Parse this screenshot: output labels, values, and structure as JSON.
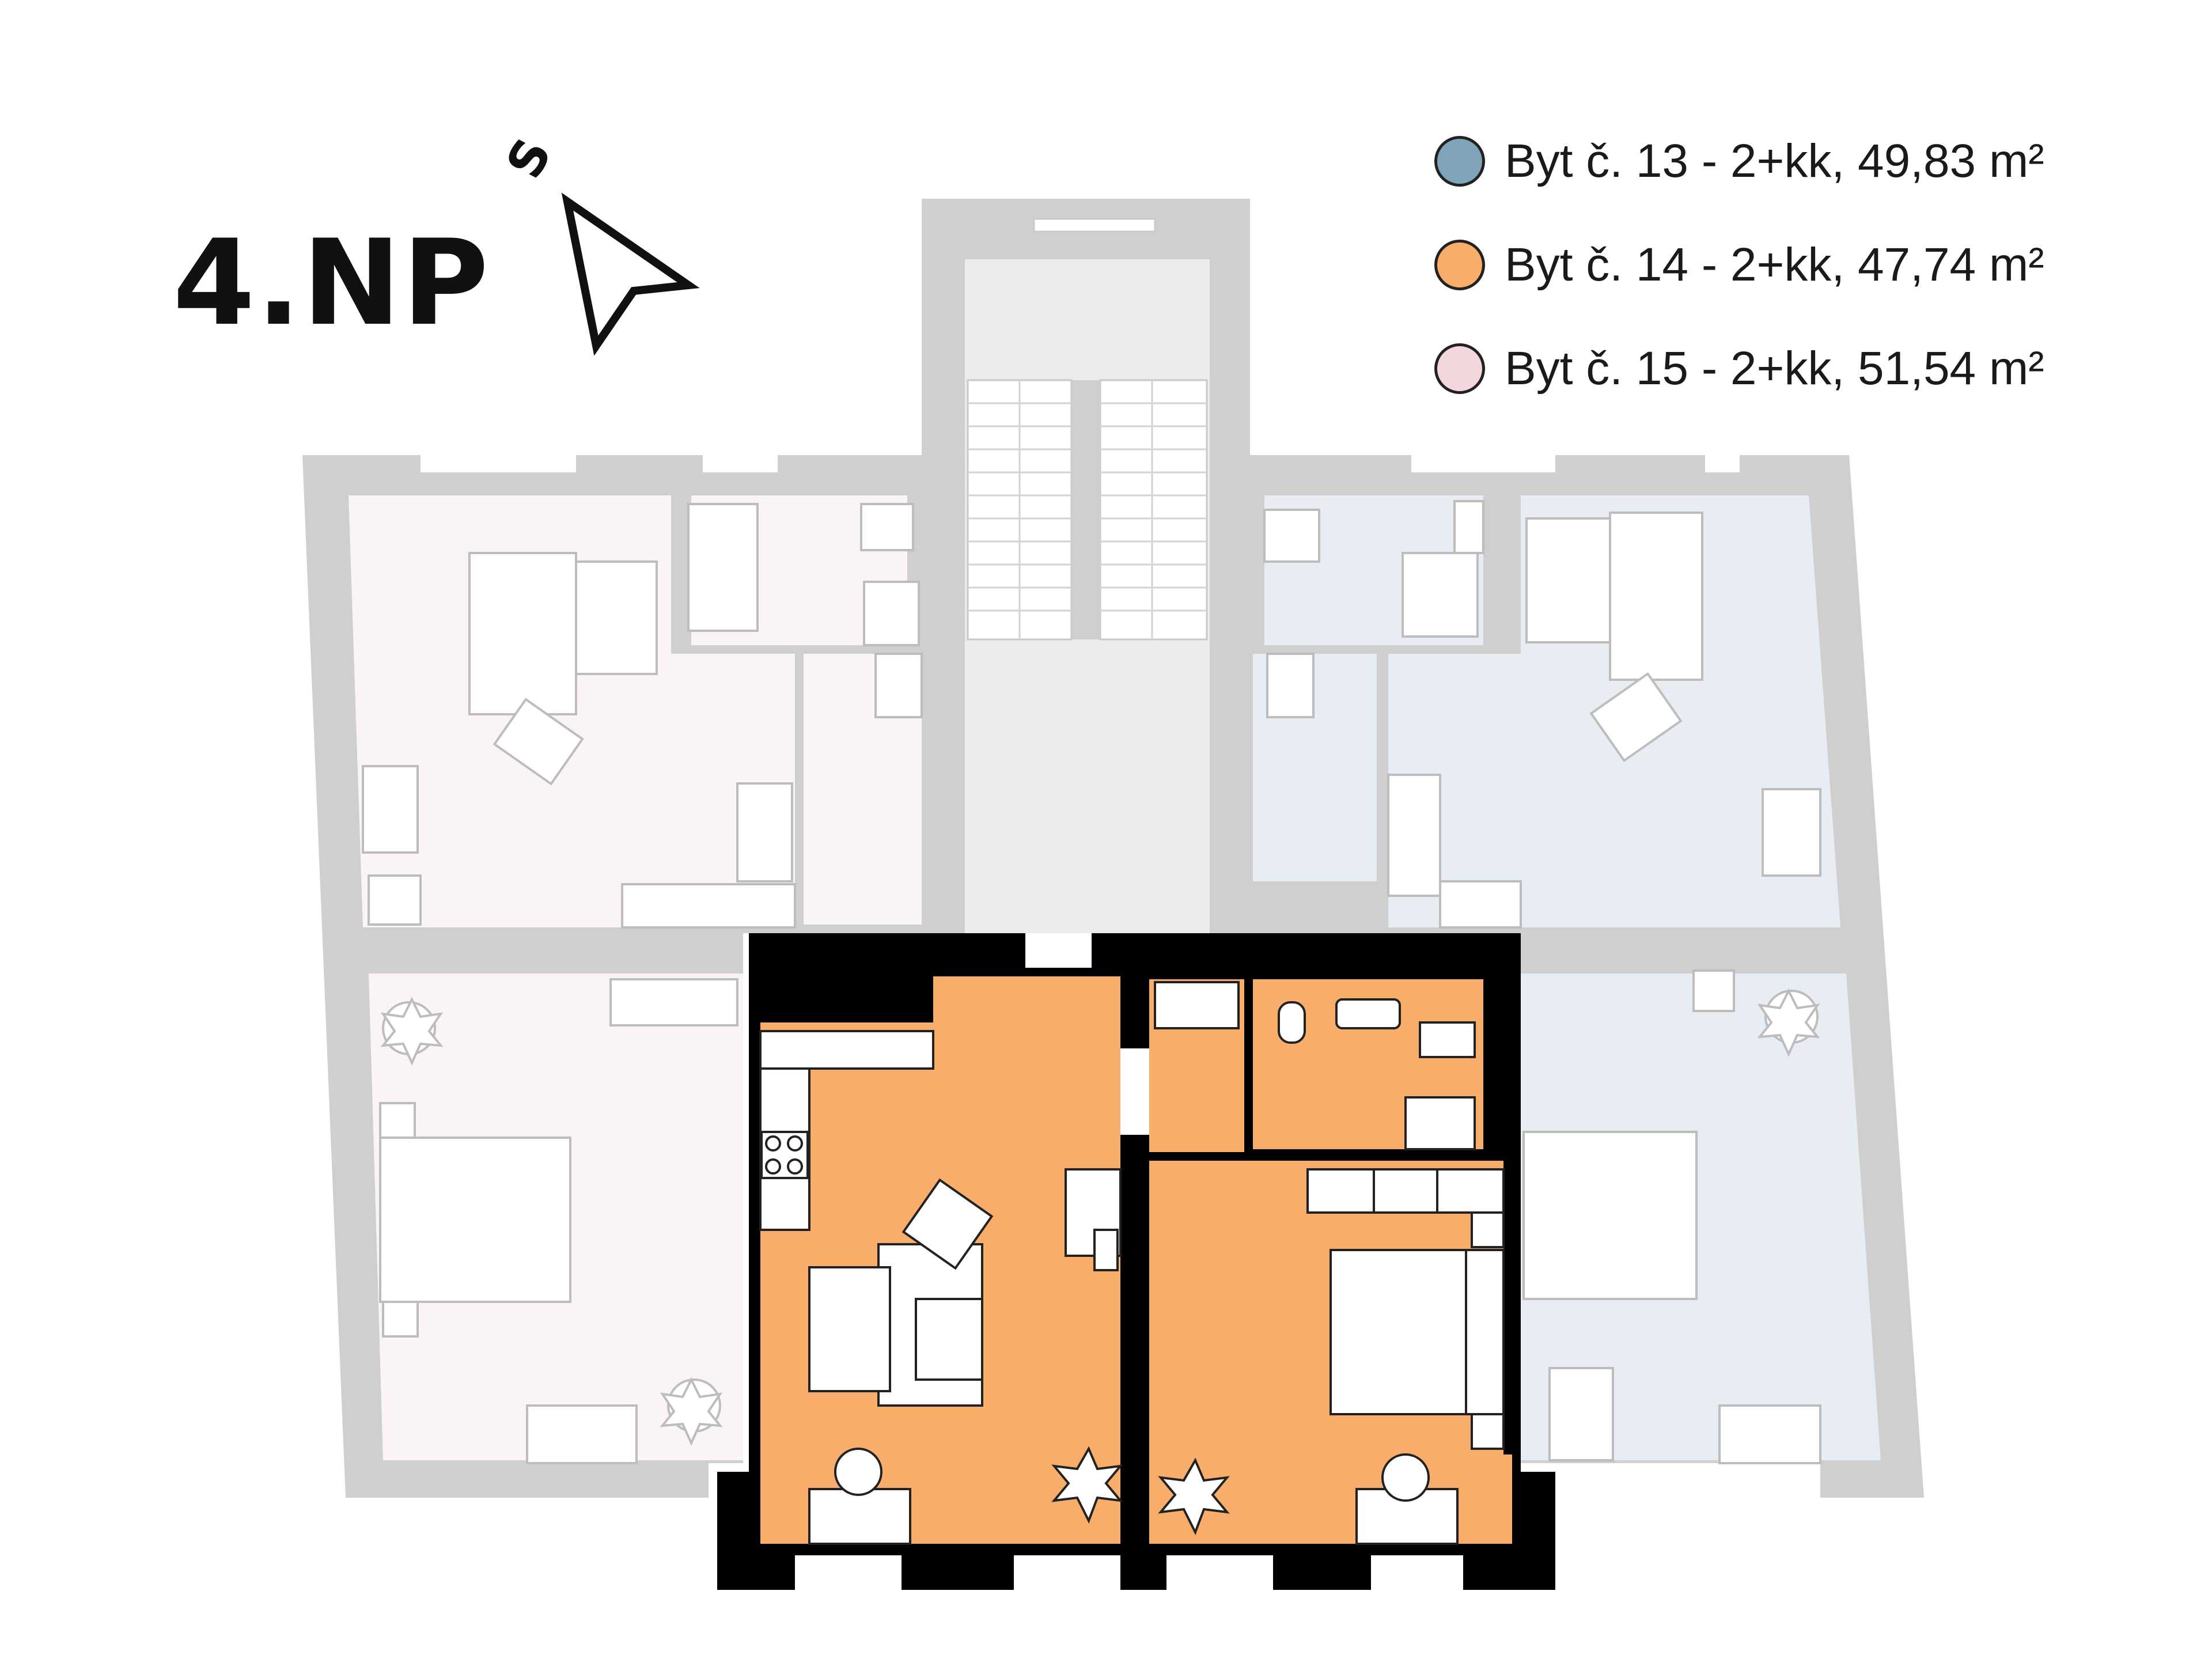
{
  "floor": {
    "title": "4.NP"
  },
  "compass": {
    "letter": "S"
  },
  "legend": {
    "items": [
      {
        "label": "Byt č. 13 - 2+kk, 49,83 m²",
        "color": "#7fa3b9"
      },
      {
        "label": "Byt č. 14 - 2+kk, 47,74 m²",
        "color": "#f8ad6a"
      },
      {
        "label": "Byt č. 15 - 2+kk, 51,54 m²",
        "color": "#f2d7dd"
      }
    ]
  },
  "colors": {
    "wall_gray": "#cfcfcf",
    "wall_black": "#000000",
    "unit13_fill": "#e8edf3",
    "unit14_fill": "#f8ad6a",
    "unit15_fill": "#fbf4f5",
    "stair_fill": "#ececec",
    "furniture_faded": "#bdbdbd",
    "furniture_dark": "#222222"
  }
}
